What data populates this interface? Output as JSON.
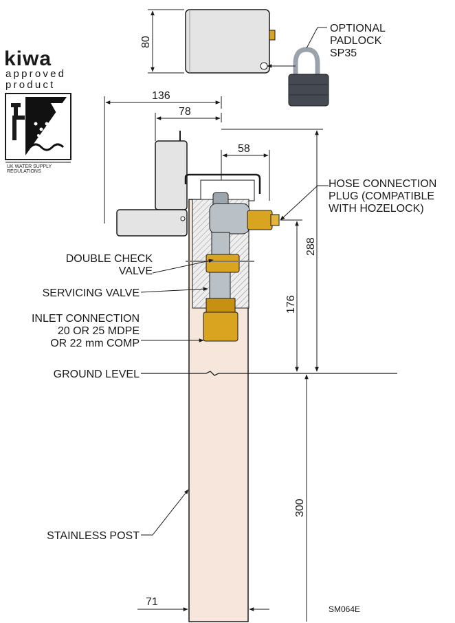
{
  "logo": {
    "brand": "kiwa",
    "line1": "approved",
    "line2": "product",
    "caption1": "UK WATER SUPPLY",
    "caption2": "REGULATIONS"
  },
  "callouts": {
    "padlock": [
      "OPTIONAL",
      "PADLOCK",
      "SP35"
    ],
    "hose": [
      "HOSE CONNECTION",
      "PLUG (COMPATIBLE",
      "WITH HOZELOCK)"
    ],
    "double_check": [
      "DOUBLE CHECK",
      "VALVE"
    ],
    "servicing": "SERVICING VALVE",
    "inlet": [
      "INLET CONNECTION",
      "20 OR 25 MDPE",
      "OR 22 mm COMP"
    ],
    "ground": "GROUND LEVEL",
    "post": "STAINLESS POST"
  },
  "dimensions": {
    "top_box_height": "80",
    "overall_width": "136",
    "cover_width": "78",
    "body_width": "58",
    "above_ground_total": "288",
    "above_ground_outlet": "176",
    "below_ground": "300",
    "post_width": "71"
  },
  "drawing_code": "SM064E",
  "colors": {
    "post_fill": "#f6e6dc",
    "box_fill": "#e4e4e4",
    "brass": "#d9a520",
    "steel": "#b9c0c6",
    "padlock_body": "#454a52"
  }
}
